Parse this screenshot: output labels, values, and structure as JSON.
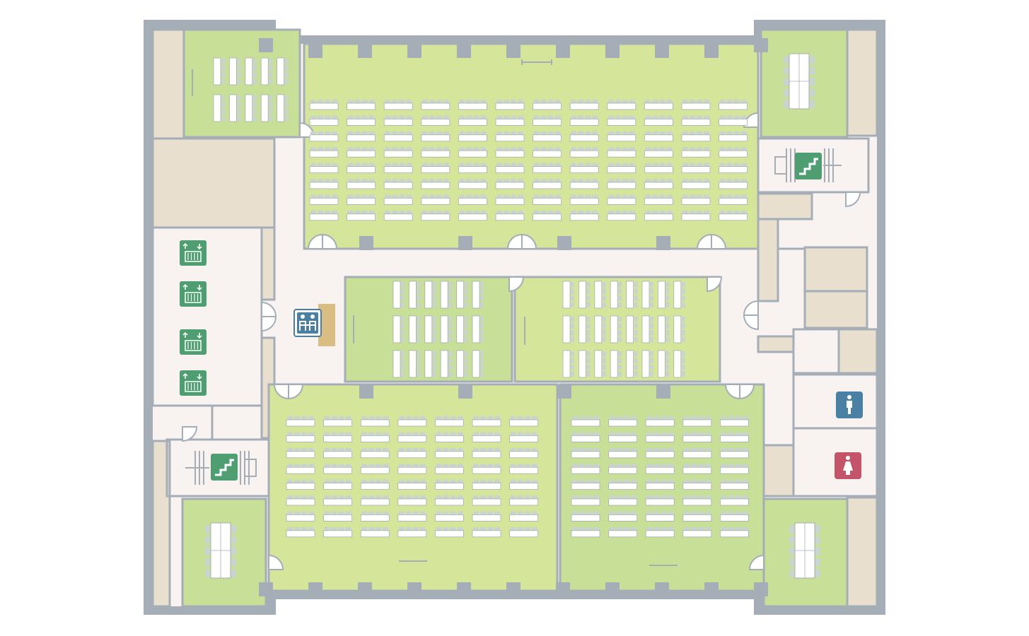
{
  "colors": {
    "background": "#ffffff",
    "wall": "#a5adb7",
    "corridor": "#f8f2f1",
    "room_light": "#d5e59a",
    "room_mid": "#c7df96",
    "room_dark": "#bed58c",
    "service_room": "#e8dfcf",
    "table": "#ffffff",
    "chair": "#c9d3cf",
    "stair_icon_bg": "#4f9e72",
    "elevator_icon_bg": "#4f9e72",
    "reception_icon_bg": "#4a7fa3",
    "mens_restroom_bg": "#4a80a3",
    "womens_restroom_bg": "#c4546a",
    "reception_desk": "#d9bd82"
  },
  "icons": {
    "elevators": [
      "elevator-icon",
      "elevator-icon",
      "elevator-icon",
      "elevator-icon"
    ],
    "stairs": [
      "stairs-icon",
      "stairs-icon"
    ],
    "reception": "reception-desk-icon",
    "restrooms": [
      "mens-restroom-icon",
      "womens-restroom-icon"
    ]
  },
  "rooms": [
    {
      "id": "hall-north",
      "kind": "classroom",
      "rows": 8,
      "columns": 12
    },
    {
      "id": "hall-southwest",
      "kind": "classroom",
      "rows": 8,
      "columns": 7
    },
    {
      "id": "hall-southeast",
      "kind": "classroom",
      "rows": 8,
      "columns": 5
    },
    {
      "id": "room-center-west",
      "kind": "classroom",
      "rows": 3,
      "columns": 6
    },
    {
      "id": "room-center-east",
      "kind": "classroom",
      "rows": 3,
      "columns": 8
    },
    {
      "id": "room-northwest",
      "kind": "classroom",
      "rows": 2,
      "columns": 5
    },
    {
      "id": "room-northeast",
      "kind": "boardroom",
      "seats_per_side": 5
    },
    {
      "id": "room-southwest",
      "kind": "boardroom",
      "seats_per_side": 5
    },
    {
      "id": "room-southeast",
      "kind": "boardroom",
      "seats_per_side": 5
    }
  ]
}
